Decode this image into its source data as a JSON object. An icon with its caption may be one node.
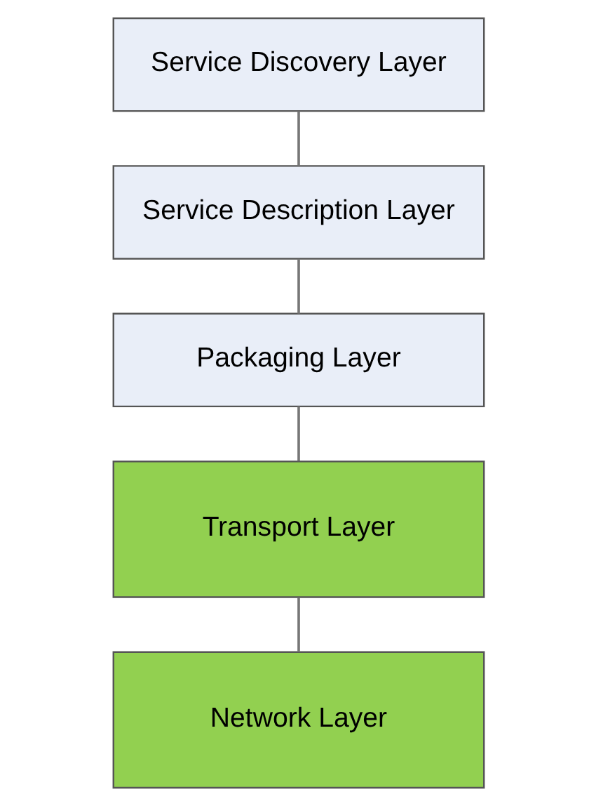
{
  "diagram": {
    "nodes": [
      {
        "text": [
          "Service Discovery Layer"
        ]
      },
      {
        "text": [
          "Service Description Layer"
        ]
      },
      {
        "text": [
          "Packaging Layer"
        ]
      },
      {
        "text": [
          "Transport Layer"
        ]
      },
      {
        "text": [
          "Network Layer"
        ]
      }
    ],
    "edges": [
      {
        "from": 0,
        "to": 1,
        "arrow": "none"
      },
      {
        "from": 1,
        "to": 2,
        "arrow": "none"
      },
      {
        "from": 2,
        "to": 3,
        "arrow": "none"
      },
      {
        "from": 3,
        "to": 4,
        "arrow": "none"
      }
    ]
  }
}
